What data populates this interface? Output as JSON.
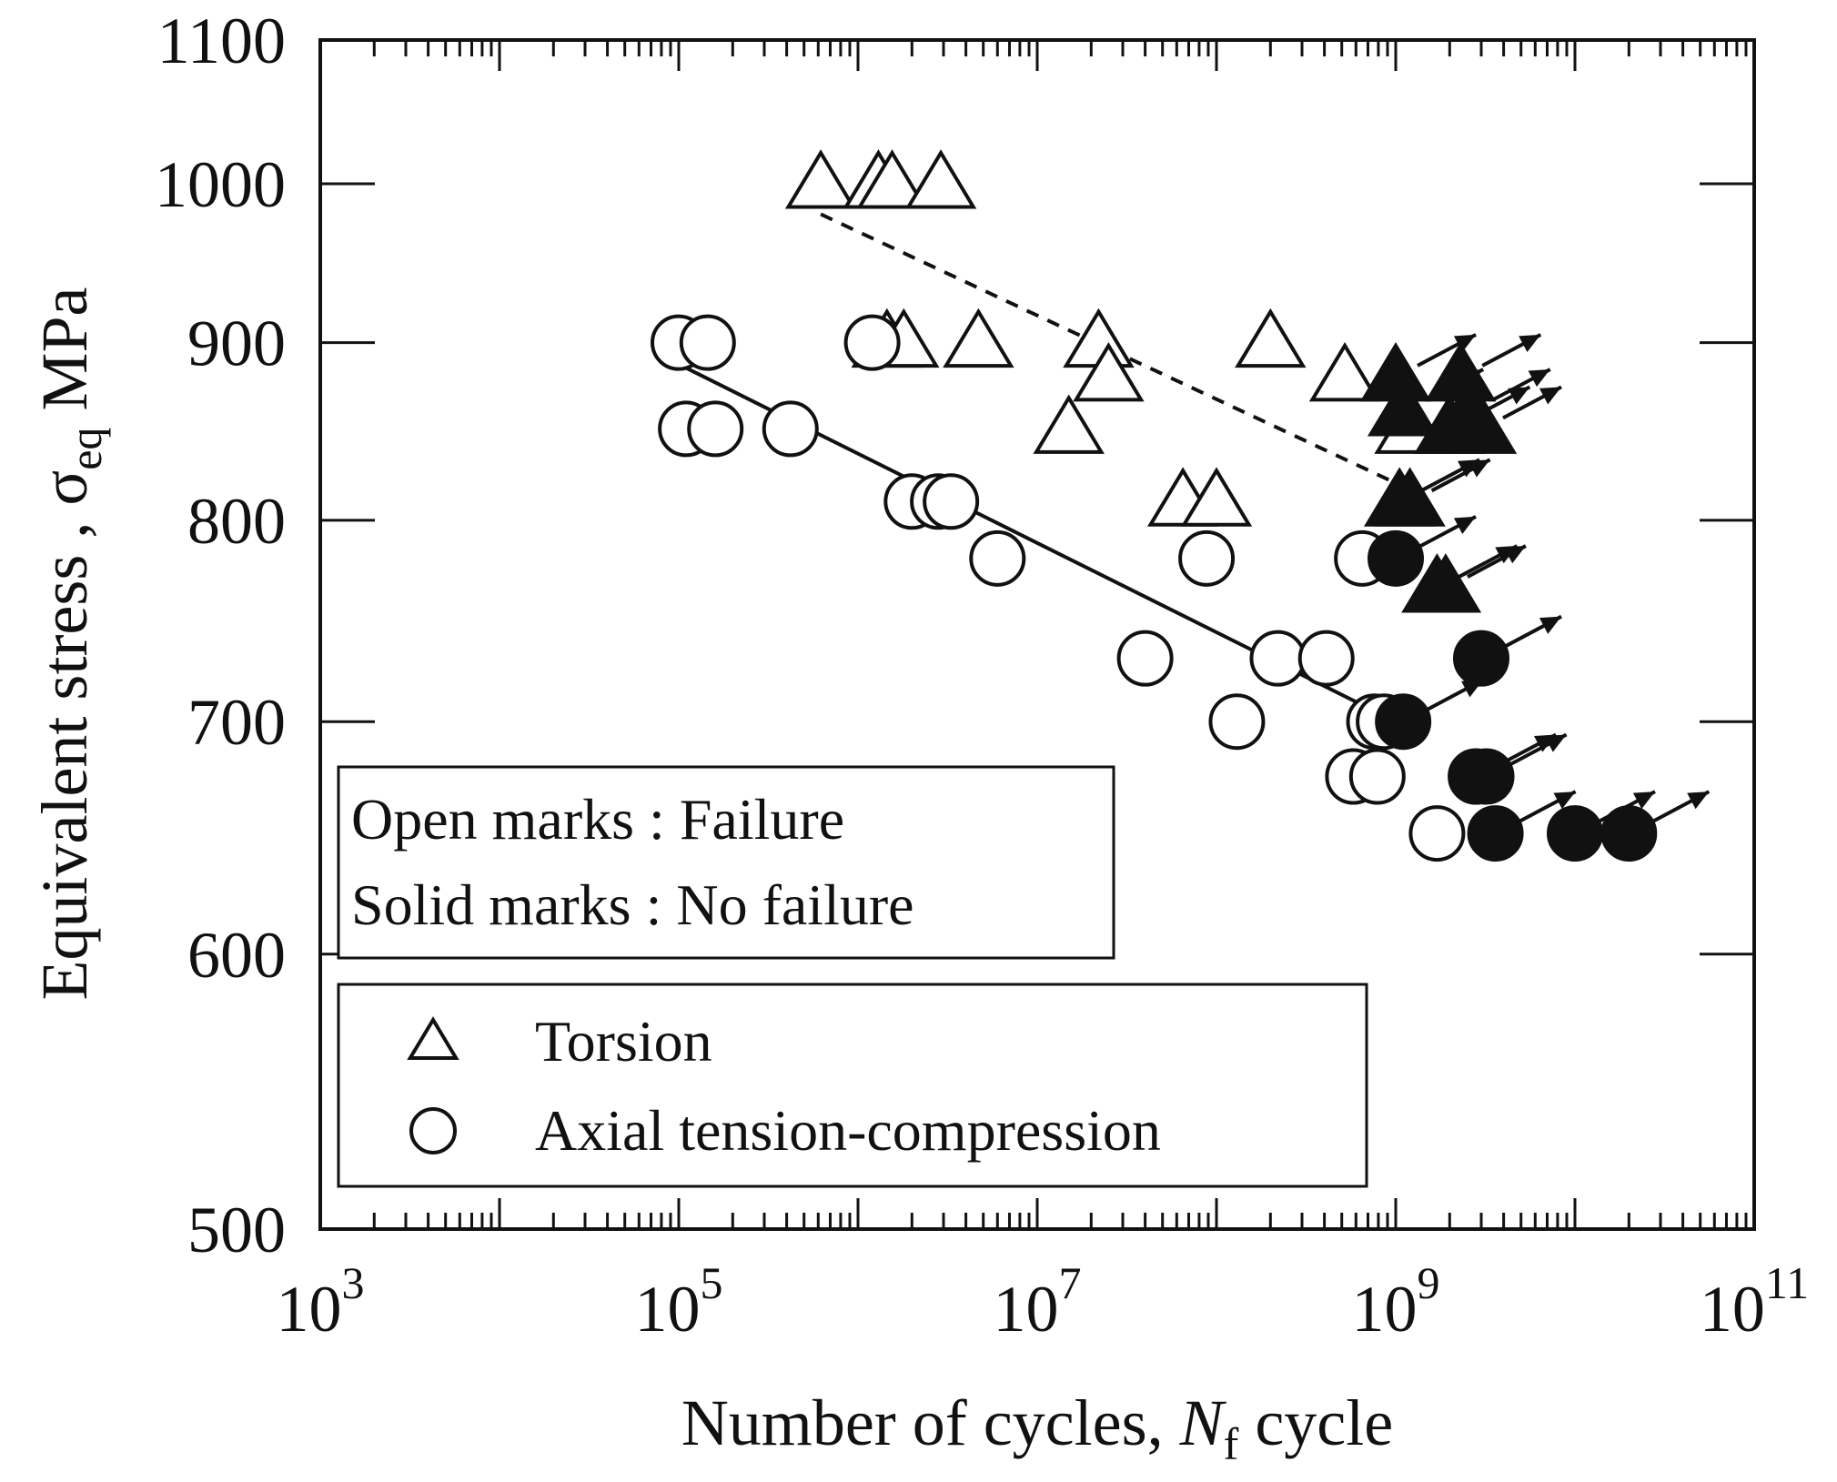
{
  "chart_data": {
    "type": "scatter",
    "x_scale": "log",
    "y_scale": "log",
    "xlim": [
      1000,
      100000000000
    ],
    "ylim": [
      500,
      1100
    ],
    "x_ticks": [
      {
        "value": 1000,
        "base": "10",
        "exp": "3"
      },
      {
        "value": 100000,
        "base": "10",
        "exp": "5"
      },
      {
        "value": 10000000,
        "base": "10",
        "exp": "7"
      },
      {
        "value": 1000000000,
        "base": "10",
        "exp": "9"
      },
      {
        "value": 100000000000,
        "base": "10",
        "exp": "11"
      }
    ],
    "y_ticks": [
      {
        "value": 500,
        "label": "500"
      },
      {
        "value": 600,
        "label": "600"
      },
      {
        "value": 700,
        "label": "700"
      },
      {
        "value": 800,
        "label": "800"
      },
      {
        "value": 900,
        "label": "900"
      },
      {
        "value": 1000,
        "label": "1000"
      },
      {
        "value": 1100,
        "label": "1100"
      }
    ],
    "xlabel": {
      "main": "Number of cycles, ",
      "var": "N",
      "sub": "f",
      "unit": " cycle"
    },
    "ylabel": {
      "main": "Equivalent stress , ",
      "var": "σ",
      "sub": "eq",
      "unit": " MPa"
    },
    "grid": false,
    "note_box": {
      "lines": [
        "Open marks : Failure",
        "Solid marks  : No failure"
      ],
      "placement": "lower-left"
    },
    "legend": {
      "placement": "lower-left",
      "entries": [
        {
          "marker": "triangle",
          "label": "Torsion"
        },
        {
          "marker": "circle",
          "label": "Axial tension-compression"
        }
      ]
    },
    "series": [
      {
        "marker": "triangle",
        "filled": false,
        "points": [
          [
            620000,
            1000
          ],
          [
            1300000,
            1000
          ],
          [
            1550000,
            1000
          ],
          [
            2900000,
            1000
          ],
          [
            1450000,
            900
          ],
          [
            1800000,
            900
          ],
          [
            4700000,
            900
          ],
          [
            22000000,
            900
          ],
          [
            200000000,
            900
          ],
          [
            25000000,
            880
          ],
          [
            520000000,
            880
          ],
          [
            15000000,
            850
          ],
          [
            1200000000,
            850
          ],
          [
            65000000,
            810
          ],
          [
            100000000,
            810
          ]
        ]
      },
      {
        "marker": "triangle",
        "filled": true,
        "runout": true,
        "points": [
          [
            1000000000,
            880
          ],
          [
            2300000000,
            880
          ],
          [
            1100000000,
            860
          ],
          [
            2600000000,
            860
          ],
          [
            2000000000,
            850
          ],
          [
            3000000000,
            850
          ],
          [
            1050000000,
            810
          ],
          [
            1200000000,
            810
          ],
          [
            1700000000,
            765
          ],
          [
            1900000000,
            765
          ]
        ]
      },
      {
        "marker": "circle",
        "filled": false,
        "points": [
          [
            100000,
            900
          ],
          [
            145000,
            900
          ],
          [
            1200000,
            900
          ],
          [
            110000,
            850
          ],
          [
            160000,
            850
          ],
          [
            420000,
            850
          ],
          [
            2000000,
            810
          ],
          [
            2800000,
            810
          ],
          [
            3300000,
            810
          ],
          [
            6000000,
            780
          ],
          [
            88000000,
            780
          ],
          [
            650000000,
            780
          ],
          [
            40000000,
            730
          ],
          [
            220000000,
            730
          ],
          [
            410000000,
            730
          ],
          [
            130000000,
            700
          ],
          [
            760000000,
            700
          ],
          [
            860000000,
            700
          ],
          [
            580000000,
            675
          ],
          [
            790000000,
            675
          ],
          [
            1700000000,
            650
          ]
        ]
      },
      {
        "marker": "circle",
        "filled": true,
        "runout": true,
        "points": [
          [
            1000000000,
            780
          ],
          [
            3000000000,
            730
          ],
          [
            1100000000,
            700
          ],
          [
            2800000000,
            675
          ],
          [
            3200000000,
            675
          ],
          [
            3600000000,
            650
          ],
          [
            10000000000,
            650
          ],
          [
            20000000000,
            650
          ]
        ]
      }
    ],
    "fit_lines": [
      {
        "style": "dashed",
        "applies_to": "triangle",
        "points": [
          [
            620000,
            980
          ],
          [
            1000000000,
            820
          ]
        ]
      },
      {
        "style": "solid",
        "applies_to": "circle",
        "points": [
          [
            110000,
            885
          ],
          [
            1000000000,
            700
          ]
        ]
      }
    ]
  }
}
